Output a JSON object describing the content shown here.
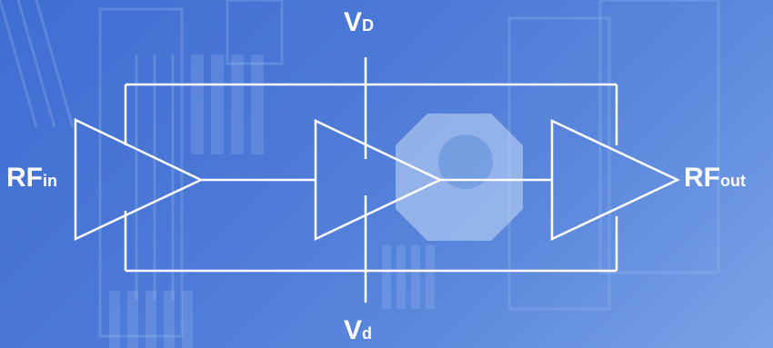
{
  "labels": {
    "vd_top": {
      "main": "V",
      "sub": "D"
    },
    "vd_bottom": {
      "main": "V",
      "sub": "d"
    },
    "rf_in": {
      "main": "RF",
      "sub": "in"
    },
    "rf_out": {
      "main": "RF",
      "sub": "out"
    }
  },
  "colors": {
    "line": "#ffffff",
    "background": "#4a78d8"
  }
}
